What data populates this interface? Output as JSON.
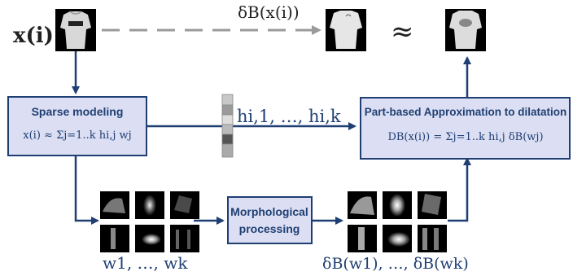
{
  "input_label": "x(i)",
  "dilation_label": "δB(x(i))",
  "approx_symbol": "≈",
  "sparse_box": {
    "title": "Sparse modeling",
    "equation": "x(i) ≈ Σj=1..k hi,j wj"
  },
  "coeff_label": "hi,1, …, hi,k",
  "approx_box": {
    "title": "Part-based Approximation to dilatation",
    "equation": "DB(x(i)) = Σj=1..k hi,j δB(wj)"
  },
  "morph_box": {
    "title_line1": "Morphological",
    "title_line2": "processing"
  },
  "atoms_label": "w1, …, wk",
  "dilated_atoms_label": "δB(w1), …, δB(wk)",
  "colors": {
    "box_fill": "#dcdff3",
    "box_border": "#1f3f73",
    "arrow": "#1f3f73",
    "dashed_arrow": "#9a9a9a"
  }
}
